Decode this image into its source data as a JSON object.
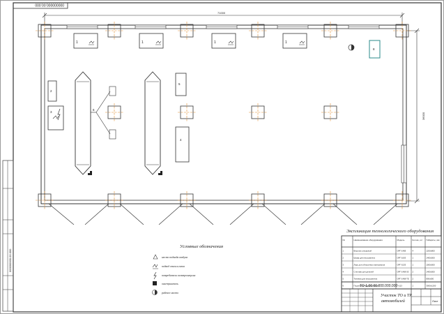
{
  "sheet": {
    "stamp_top_left": "000000000.00.000",
    "stamp_top_left_rotated": "000000000.00.000",
    "dim_top": "71000",
    "dim_right": "36000",
    "drawing_number": "ТО-1.00.00.000.000.000"
  },
  "equipment": {
    "title": "Экспликация технологического оборудования",
    "headers": [
      "№",
      "Наименование оборудования",
      "Модель",
      "Кол-во, шт",
      "Габариты, мм"
    ],
    "rows": [
      {
        "n": "1",
        "name": "Верстак слесарный",
        "model": "ОРГ-1468",
        "qty": "4",
        "size": "1200х800"
      },
      {
        "n": "2",
        "name": "Шкаф для инструмента",
        "model": "ОРГ-1603",
        "qty": "1",
        "size": "1400х500"
      },
      {
        "n": "3",
        "name": "Ларь для обтирочных материалов",
        "model": "ОРГ-5133",
        "qty": "1",
        "size": "1000х500"
      },
      {
        "n": "4",
        "name": "Стеллаж для деталей",
        "model": "ОРГ-1468-05",
        "qty": "2",
        "size": "1400х500"
      },
      {
        "n": "5",
        "name": "Тележка для инструмента",
        "model": "ОРГ-1468-ТЕ",
        "qty": "2",
        "size": "800х600"
      },
      {
        "n": "6",
        "name": "Подъёмник гидравлический",
        "model": "П-113",
        "qty": "1",
        "size": "3000х1200"
      }
    ]
  },
  "legend": {
    "title": "Условные обозначения",
    "items": [
      {
        "icon": "triangle-outline-icon",
        "text": "место подвода воздуха"
      },
      {
        "icon": "exhaust-symbol-icon",
        "text": "подвод отсоса газов"
      },
      {
        "icon": "lightning-icon",
        "text": "потребители электроэнергии"
      },
      {
        "icon": "filled-square-icon",
        "text": "огнетушитель"
      },
      {
        "icon": "half-circle-icon",
        "text": "рабочее место"
      }
    ]
  },
  "title_block": {
    "name_line1": "Участок ТО и ТР",
    "name_line2": "автомобилей",
    "sheet_label": "Лист"
  },
  "labels": {
    "bench_nums": [
      "1",
      "1",
      "1",
      "1"
    ],
    "eq_num_top_right": "8",
    "eq_num_left1": "2",
    "eq_num_left2": "3",
    "eq_num_mid1": "5",
    "eq_num_mid2": "4",
    "eq_num_hoist": "6"
  }
}
